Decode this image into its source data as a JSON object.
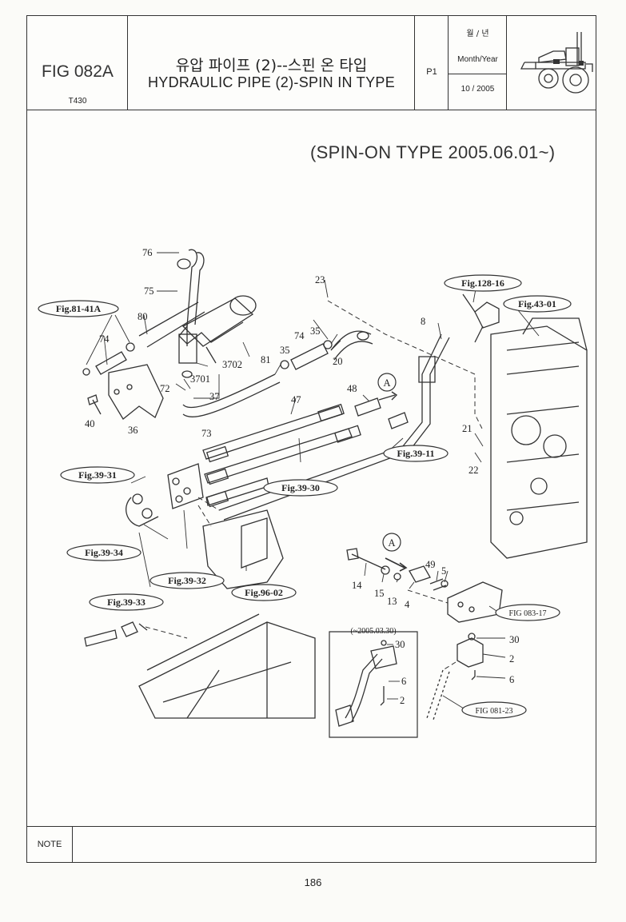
{
  "header": {
    "fig_code": "FIG 082A",
    "model": "T430",
    "title_ko": "유압 파이프 (2)--스핀 온 타입",
    "title_en": "HYDRAULIC PIPE (2)-SPIN IN TYPE",
    "page_code": "P1",
    "month_year_ko": "월 / 년",
    "month_year_en": "Month/Year",
    "date": "10 / 2005"
  },
  "diagram": {
    "spin_type": "(SPIN-ON TYPE 2005.06.01~)",
    "inset_title": "(~2005.03.30)",
    "refs": {
      "fig_81_41a": "Fig.81-41A",
      "fig_128_16": "Fig.128-16",
      "fig_43_01": "Fig.43-01",
      "fig_39_11": "Fig.39-11",
      "fig_39_31": "Fig.39-31",
      "fig_39_30": "Fig.39-30",
      "fig_39_34": "Fig.39-34",
      "fig_39_32": "Fig.39-32",
      "fig_96_02": "Fig.96-02",
      "fig_39_33": "Fig.39-33",
      "fig_083_17": "FIG 083-17",
      "fig_081_23": "FIG 081-23"
    },
    "arrow_a": "A",
    "parts": {
      "p76": "76",
      "p75": "75",
      "p80": "80",
      "p74a": "74",
      "p72": "72",
      "p3701": "3701",
      "p3702": "3702",
      "p37": "37",
      "p40": "40",
      "p36": "36",
      "p73": "73",
      "p23": "23",
      "p81": "81",
      "p35a": "35",
      "p74b": "74",
      "p35b": "35",
      "p20": "20",
      "p8": "8",
      "p47": "47",
      "p48": "48",
      "p21": "21",
      "p22": "22",
      "p14": "14",
      "p15": "15",
      "p13": "13",
      "p4": "4",
      "p49": "49",
      "p5": "5",
      "p30a": "30",
      "p6a": "6",
      "p2a": "2",
      "p30b": "30",
      "p2b": "2",
      "p6b": "6"
    }
  },
  "footer": {
    "note_label": "NOTE",
    "page_number": "186"
  }
}
